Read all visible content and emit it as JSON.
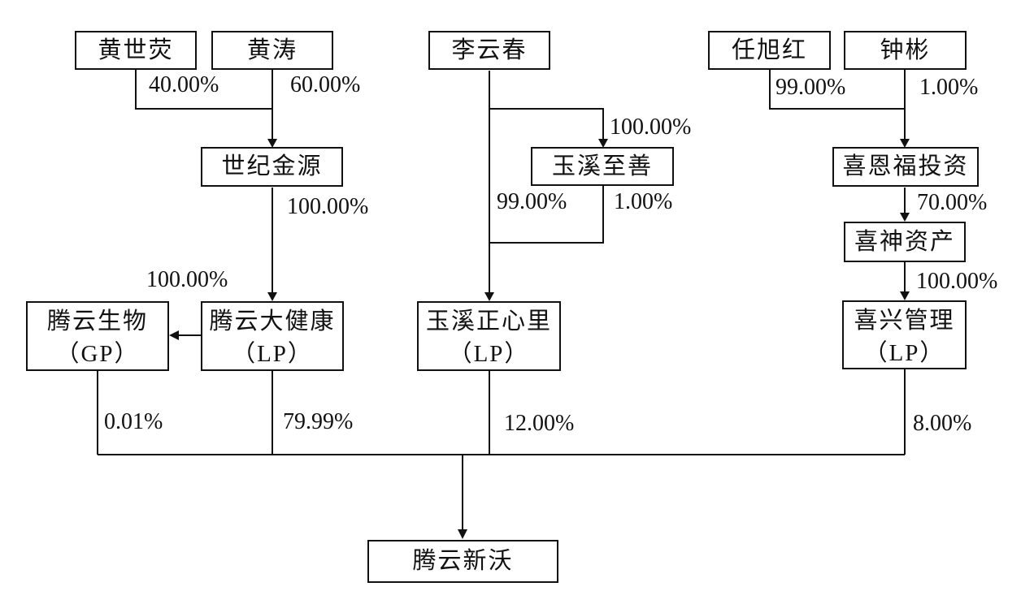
{
  "diagram": {
    "type": "equity-ownership-structure",
    "line_color": "#111111",
    "background_color": "#ffffff"
  },
  "nodes": {
    "huang_shiying": {
      "label": "黄世荧"
    },
    "huang_tao": {
      "label": "黄涛"
    },
    "li_yunchun": {
      "label": "李云春"
    },
    "ren_xuhong": {
      "label": "任旭红"
    },
    "zhong_bin": {
      "label": "钟彬"
    },
    "shiji_jinyuan": {
      "label": "世纪金源"
    },
    "yuxi_zhishan": {
      "label": "玉溪至善"
    },
    "xienfu_investment": {
      "label": "喜恩福投资"
    },
    "xishen_assets": {
      "label": "喜神资产"
    },
    "tengyun_bio": {
      "line1": "腾云生物",
      "line2": "（GP）"
    },
    "tengyun_health": {
      "line1": "腾云大健康",
      "line2": "（LP）"
    },
    "yuxi_zhengxinli": {
      "line1": "玉溪正心里",
      "line2": "（LP）"
    },
    "xixing_management": {
      "line1": "喜兴管理",
      "line2": "（LP）"
    },
    "tengyun_xinwo": {
      "label": "腾云新沃"
    }
  },
  "edges": {
    "huang_shiying_to_shiji_jinyuan": {
      "percent": "40.00%"
    },
    "huang_tao_to_shiji_jinyuan": {
      "percent": "60.00%"
    },
    "shiji_jinyuan_to_tengyun_health": {
      "percent": "100.00%"
    },
    "tengyun_health_to_tengyun_bio": {
      "percent": "100.00%"
    },
    "li_yunchun_to_yuxi_zhishan": {
      "percent": "100.00%"
    },
    "li_yunchun_to_yuxi_zhengxinli": {
      "percent": "99.00%"
    },
    "yuxi_zhishan_to_yuxi_zhengxinli": {
      "percent": "1.00%"
    },
    "ren_xuhong_to_xienfu_investment": {
      "percent": "99.00%"
    },
    "zhong_bin_to_xienfu_investment": {
      "percent": "1.00%"
    },
    "xienfu_investment_to_xishen_assets": {
      "percent": "70.00%"
    },
    "xishen_assets_to_xixing_management": {
      "percent": "100.00%"
    },
    "tengyun_bio_to_tengyun_xinwo": {
      "percent": "0.01%"
    },
    "tengyun_health_to_tengyun_xinwo": {
      "percent": "79.99%"
    },
    "yuxi_zhengxinli_to_tengyun_xinwo": {
      "percent": "12.00%"
    },
    "xixing_management_to_tengyun_xinwo": {
      "percent": "8.00%"
    }
  }
}
